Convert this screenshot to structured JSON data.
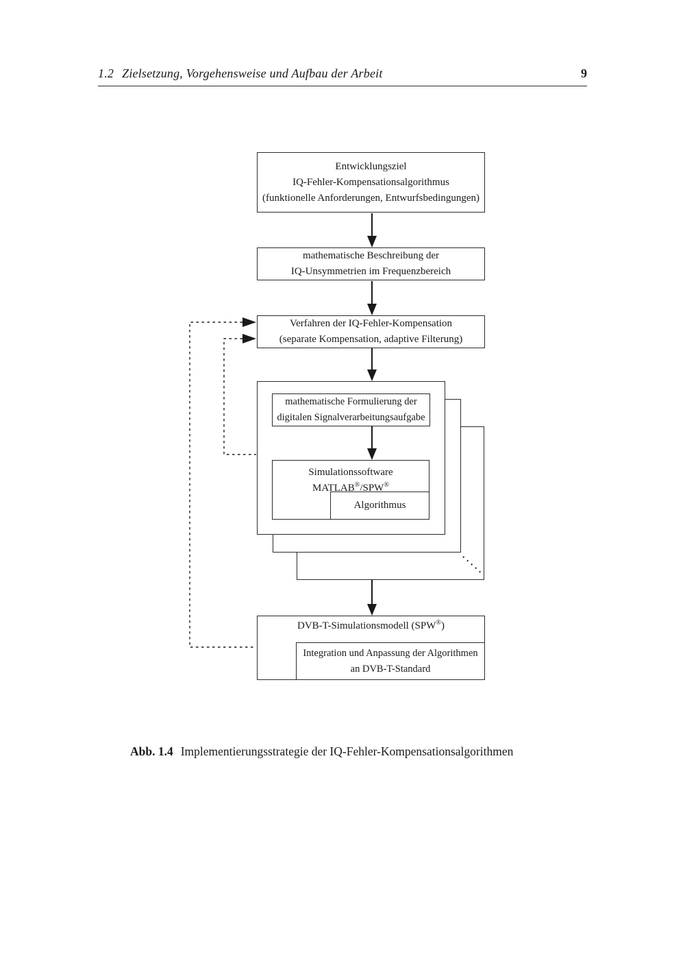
{
  "header": {
    "section_number": "1.2",
    "section_title": "Zielsetzung, Vorgehensweise und Aufbau der Arbeit",
    "page_number": "9"
  },
  "diagram": {
    "goal": {
      "line1": "Entwicklungsziel",
      "line2": "IQ-Fehler-Kompensationsalgorithmus",
      "line3": "(funktionelle Anforderungen, Entwurfsbedingungen)"
    },
    "math_description": {
      "line1": "mathematische Beschreibung der",
      "line2": "IQ-Unsymmetrien im Frequenzbereich"
    },
    "method": {
      "line1": "Verfahren der IQ-Fehler-Kompensation",
      "line2": "(separate Kompensation, adaptive Filterung)"
    },
    "formulation": {
      "line1": "mathematische Formulierung der",
      "line2": "digitalen Signalverarbeitungsaufgabe"
    },
    "simulation_software": {
      "line1": "Simulationssoftware",
      "product1": "MATLAB",
      "product2": "/SPW",
      "registered_mark": "®"
    },
    "algorithm": {
      "label": "Algorithmus"
    },
    "dvbt_model": {
      "title_pre": "DVB-T-Simulationsmodell (SPW",
      "registered_mark": "®",
      "title_post": ")"
    },
    "integration": {
      "line1": "Integration und Anpassung der Algorithmen",
      "line2": "an DVB-T-Standard"
    }
  },
  "caption": {
    "label": "Abb. 1.4",
    "text": "Implementierungsstrategie der IQ-Fehler-Kompensationsalgorithmen"
  },
  "colors": {
    "ink": "#1a1a1a",
    "paper": "#ffffff"
  }
}
